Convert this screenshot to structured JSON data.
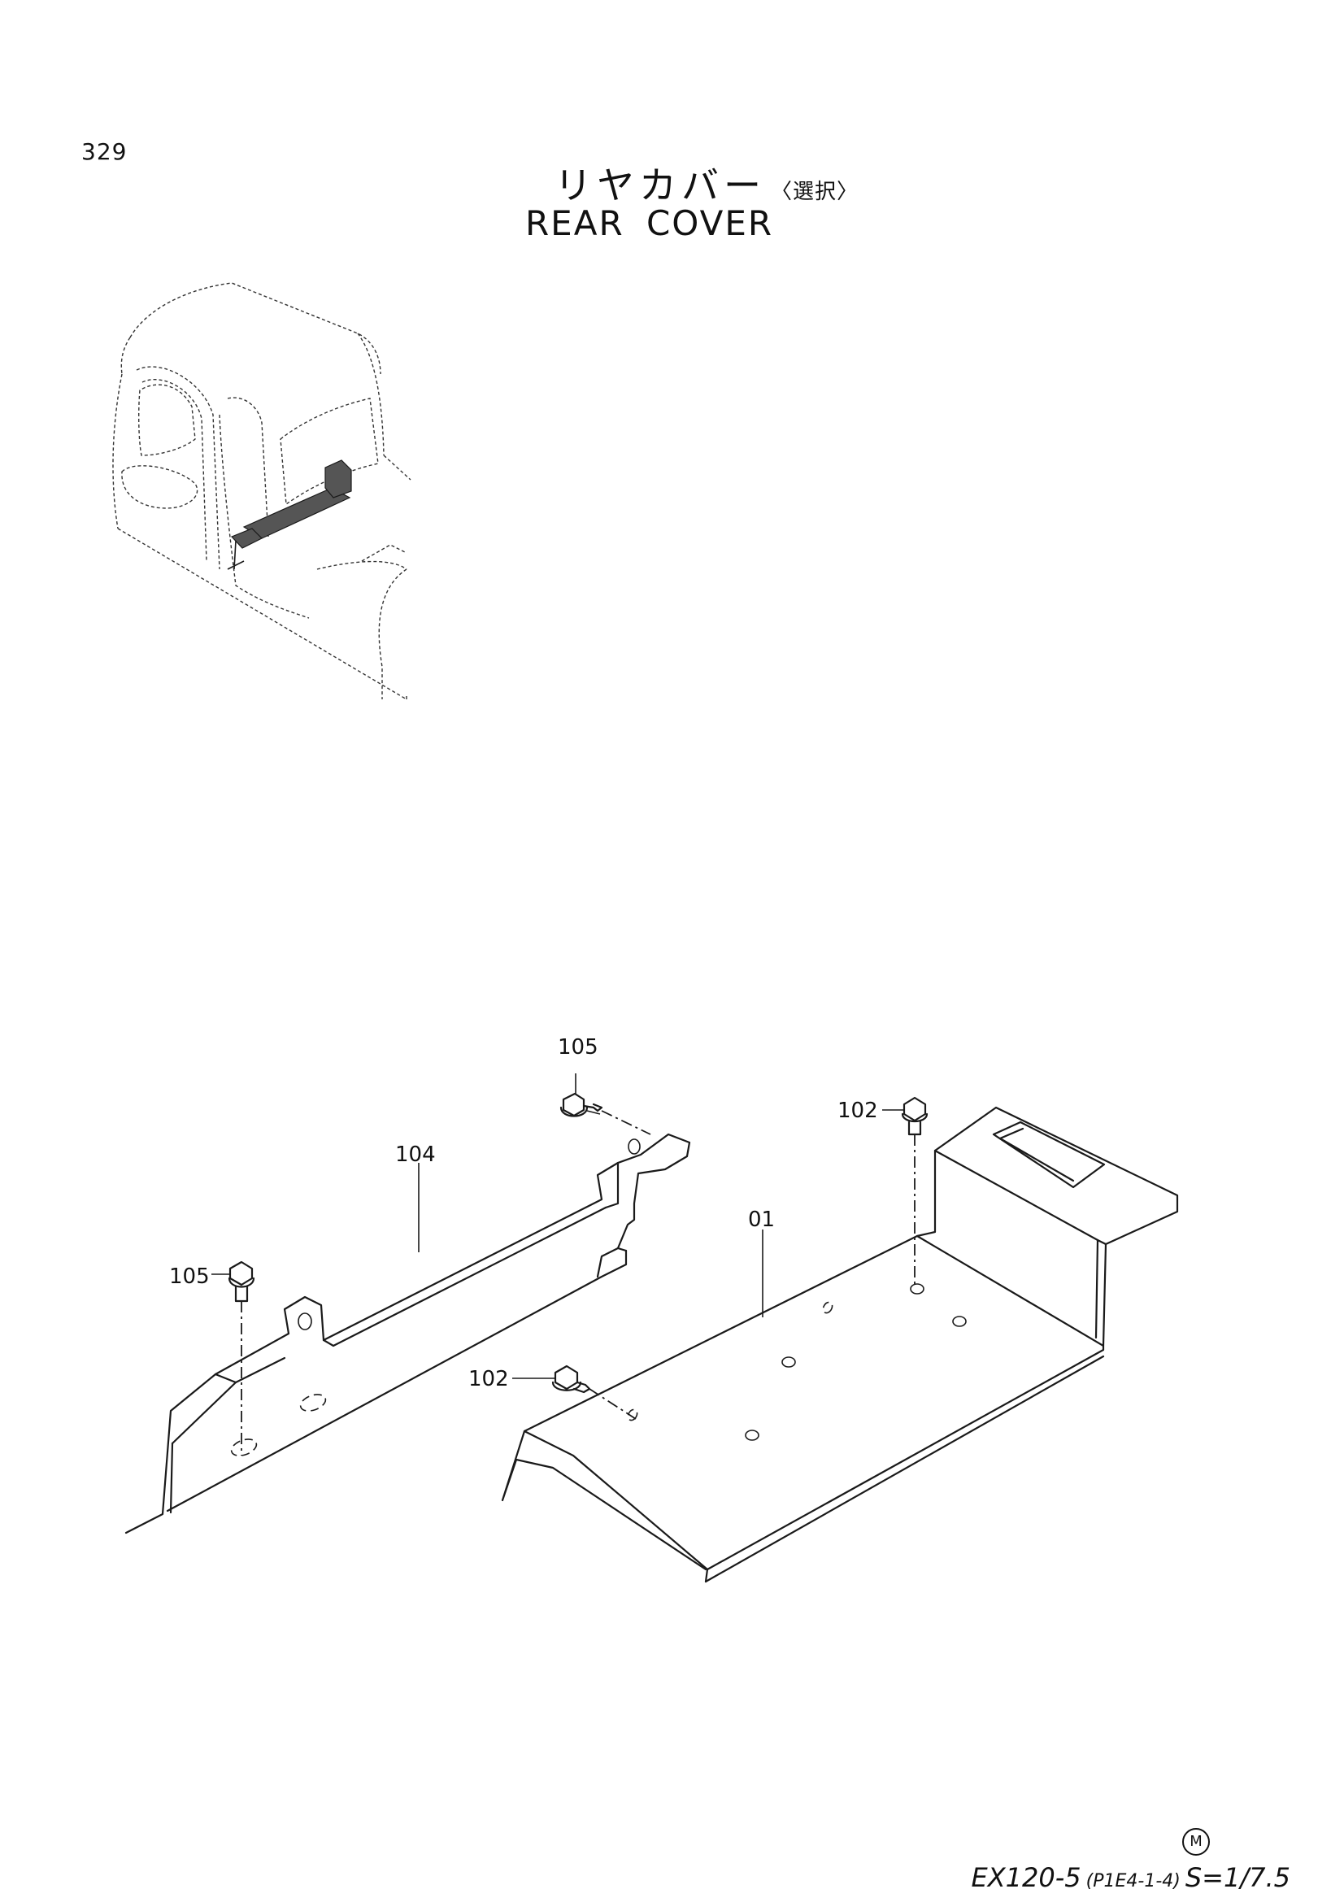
{
  "page_number": "329",
  "title": {
    "japanese": "リヤカバー",
    "option_tag": "〈選択〉",
    "english": "REAR COVER"
  },
  "callouts": {
    "screw_top": "105",
    "screw_left": "105",
    "cover_bracket": "104",
    "bolt_top": "102",
    "bolt_middle": "102",
    "rear_cover": "01"
  },
  "footer": {
    "mark": "M",
    "model": "EX120-5",
    "drawing_code": "(P1E4-1-4)",
    "scale": "S=1/7.5"
  }
}
